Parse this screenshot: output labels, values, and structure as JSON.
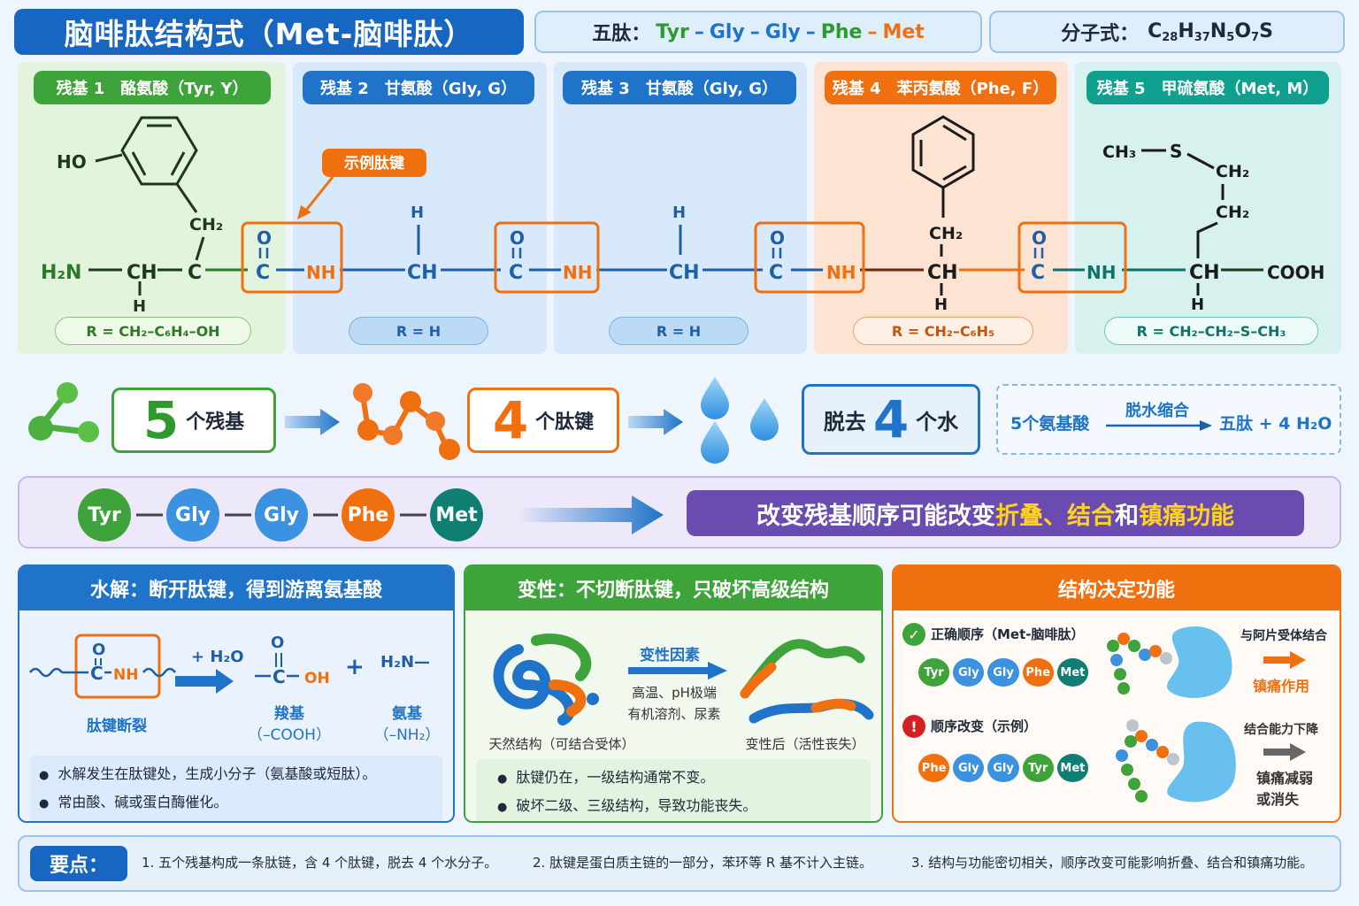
{
  "header": {
    "title": "脑啡肽结构式（Met-脑啡肽）",
    "sequence_label": "五肽：",
    "sequence": [
      "Tyr",
      "Gly",
      "Gly",
      "Phe",
      "Met"
    ],
    "seq_dash": "–",
    "formula_label": "分子式：",
    "formula_parts": [
      "C",
      "28",
      "H",
      "37",
      "N",
      "5",
      "O",
      "7",
      "S"
    ]
  },
  "residues": [
    {
      "tag": "残基 1　酪氨酸（Tyr, Y）",
      "r_group": "R = CH₂–C₆H₄–OH",
      "color": "#3ea33a"
    },
    {
      "tag": "残基 2　甘氨酸（Gly, G）",
      "r_group": "R = H",
      "color": "#1f73c9"
    },
    {
      "tag": "残基 3　甘氨酸（Gly, G）",
      "r_group": "R = H",
      "color": "#1f73c9"
    },
    {
      "tag": "残基 4　苯丙氨酸（Phe, F）",
      "r_group": "R = CH₂–C₆H₅",
      "color": "#f07010"
    },
    {
      "tag": "残基 5　甲硫氨酸（Met, M）",
      "r_group": "R = CH₂–CH₂–S–CH₃",
      "color": "#10a090"
    }
  ],
  "structure": {
    "example_bond": "示例肽键",
    "ho": "HO",
    "h2n": "H₂N",
    "ch": "CH",
    "c": "C",
    "ch2": "CH₂",
    "h": "H",
    "o": "O",
    "nh": "NH",
    "cooh": "COOH",
    "ch3": "CH₃",
    "s": "S"
  },
  "counts": {
    "residues_num": "5",
    "residues_text": "个残基",
    "bonds_num": "4",
    "bonds_text": "个肽键",
    "water_prefix": "脱去",
    "water_num": "4",
    "water_text": "个水",
    "reaction_left": "5个氨基酸",
    "reaction_arrow_label": "脱水缩合",
    "reaction_right": "五肽 + 4 H₂O"
  },
  "sequence_row": {
    "chips": [
      "Tyr",
      "Gly",
      "Gly",
      "Phe",
      "Met"
    ],
    "message_a": "改变残基顺序可能改变",
    "message_b": "折叠、结合",
    "message_c": "和",
    "message_d": "镇痛功能"
  },
  "hydrolysis": {
    "title": "水解：断开肽键，得到游离氨基酸",
    "water": "+ H₂O",
    "plus": "+",
    "bond_label": "肽键断裂",
    "carboxyl_label": "羧基",
    "carboxyl_formula": "（–COOH）",
    "amino_label": "氨基",
    "amino_formula": "（–NH₂）",
    "oh": "OH",
    "h2n": "H₂N—",
    "bullets": [
      "水解发生在肽键处，生成小分子（氨基酸或短肽）。",
      "常由酸、碱或蛋白酶催化。"
    ]
  },
  "denaturation": {
    "title": "变性：不切断肽键，只破坏高级结构",
    "factor_title": "变性因素",
    "factor_line1": "高温、pH极端",
    "factor_line2": "有机溶剂、尿素",
    "native_label": "天然结构（可结合受体）",
    "denatured_label": "变性后（活性丧失）",
    "bullets": [
      "肽键仍在，一级结构通常不变。",
      "破坏二级、三级结构，导致功能丧失。"
    ]
  },
  "function": {
    "title": "结构决定功能",
    "correct_title": "正确顺序（Met-脑啡肽）",
    "correct_chips": [
      "Tyr",
      "Gly",
      "Gly",
      "Phe",
      "Met"
    ],
    "correct_bind": "与阿片受体结合",
    "correct_effect": "镇痛作用",
    "wrong_title": "顺序改变（示例）",
    "wrong_chips": [
      "Phe",
      "Gly",
      "Gly",
      "Tyr",
      "Met"
    ],
    "wrong_bind": "结合能力下降",
    "wrong_effect_1": "镇痛减弱",
    "wrong_effect_2": "或消失"
  },
  "footer": {
    "label": "要点：",
    "points": [
      "1. 五个残基构成一条肽链，含 4 个肽键，脱去 4 个水分子。",
      "2. 肽键是蛋白质主链的一部分，苯环等 R 基不计入主链。",
      "3. 结构与功能密切相关，顺序改变可能影响折叠、结合和镇痛功能。"
    ]
  },
  "colors": {
    "green": "#3ea33a",
    "blue": "#1f73c9",
    "orange": "#f07010",
    "teal": "#10837a",
    "purple": "#6a4bb0",
    "yellow": "#ffd21f"
  }
}
